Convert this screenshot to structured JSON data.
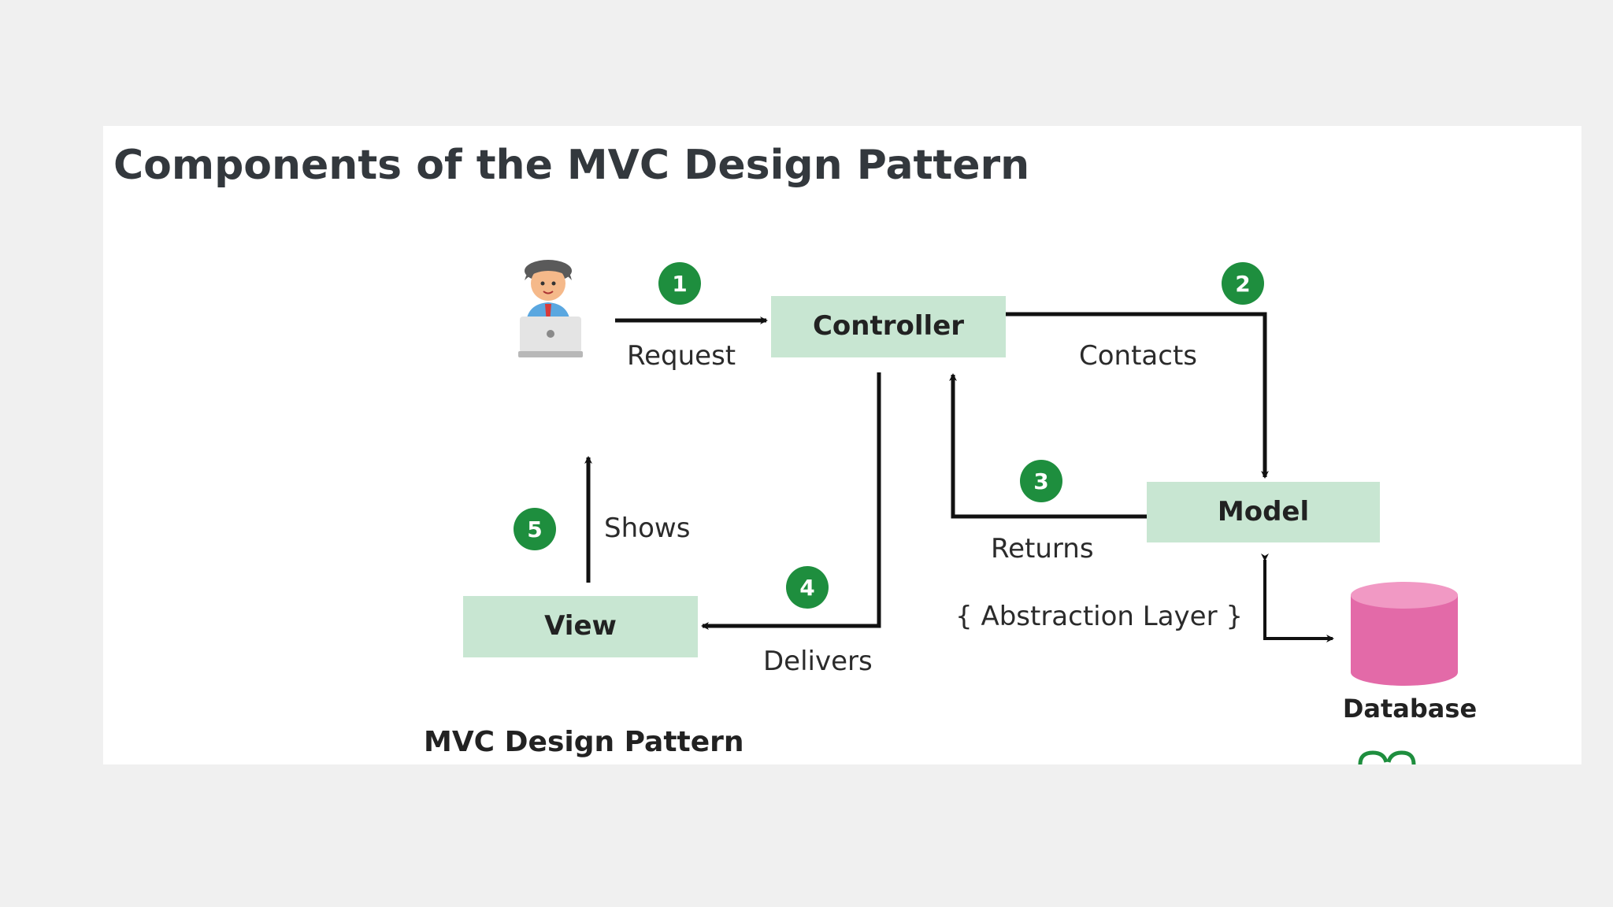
{
  "title": "Components of the MVC Design Pattern",
  "caption": "MVC Design Pattern",
  "components": {
    "controller": "Controller",
    "model": "Model",
    "view": "View",
    "database": "Database"
  },
  "annotation": "{ Abstraction Layer }",
  "steps": [
    {
      "number": "1",
      "label": "Request"
    },
    {
      "number": "2",
      "label": "Contacts"
    },
    {
      "number": "3",
      "label": "Returns"
    },
    {
      "number": "4",
      "label": "Delivers"
    },
    {
      "number": "5",
      "label": "Shows"
    }
  ],
  "colors": {
    "page_background": "#f0f0f0",
    "card_background": "#ffffff",
    "box_fill": "#c8e6d2",
    "badge_fill": "#1e8e3e",
    "database_fill": "#e36aa8",
    "arrow": "#111111",
    "title_text": "#33383d"
  },
  "icons": {
    "user": "user-with-laptop-icon",
    "database": "database-cylinder-icon",
    "logo": "geeksforgeeks-logo-icon"
  }
}
